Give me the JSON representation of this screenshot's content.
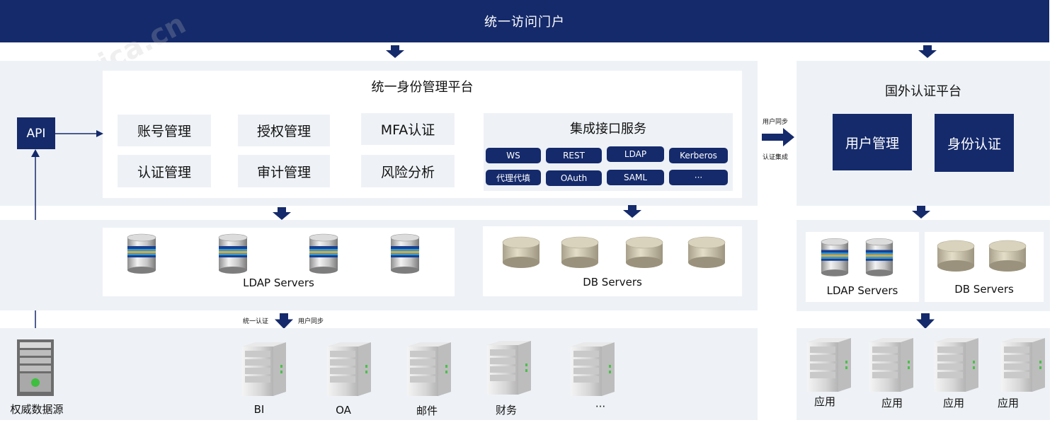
{
  "header": {
    "title": "统一访问门户"
  },
  "left": {
    "platform_title": "统一身份管理平台",
    "api_label": "API",
    "functions": [
      "账号管理",
      "授权管理",
      "MFA认证",
      "认证管理",
      "审计管理",
      "风险分析"
    ],
    "integration_title": "集成接口服务",
    "protocols": [
      "WS",
      "REST",
      "LDAP",
      "Kerberos",
      "代理代填",
      "OAuth",
      "SAML",
      "···"
    ],
    "ldap_label": "LDAP Servers",
    "db_label": "DB Servers",
    "auth_label": "统一认证",
    "sync_label": "用户同步",
    "source_label": "权威数据源",
    "apps": [
      "BI",
      "OA",
      "邮件",
      "财务",
      "···"
    ]
  },
  "middle": {
    "sync_label": "用户同步",
    "integration_label": "认证集成"
  },
  "right": {
    "platform_title": "国外认证平台",
    "buttons": [
      "用户管理",
      "身份认证"
    ],
    "ldap_label": "LDAP Servers",
    "db_label": "DB Servers",
    "apps": [
      "应用",
      "应用",
      "应用",
      "应用"
    ]
  },
  "watermark": "cn-africa.cn",
  "colors": {
    "navy": "#152a6b",
    "band": "#eef2f6"
  }
}
